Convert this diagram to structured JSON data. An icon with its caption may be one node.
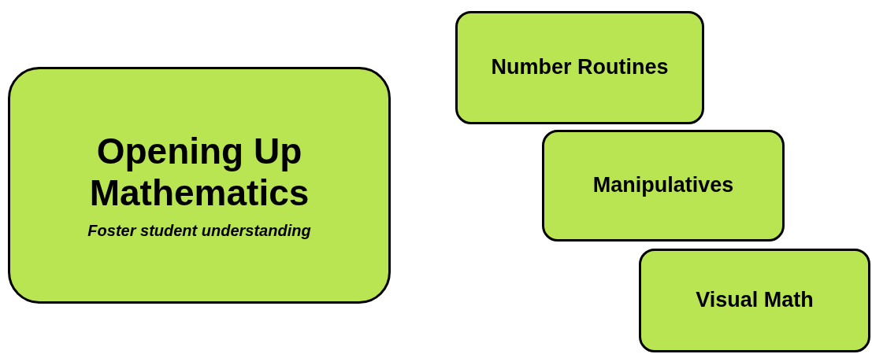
{
  "diagram": {
    "nodes": [
      {
        "text": [
          "Opening Up Mathematics",
          "Foster student understanding"
        ]
      },
      {
        "text": [
          "Number Routines"
        ]
      },
      {
        "text": [
          "Manipulatives"
        ]
      },
      {
        "text": [
          "Visual Math"
        ]
      }
    ]
  }
}
